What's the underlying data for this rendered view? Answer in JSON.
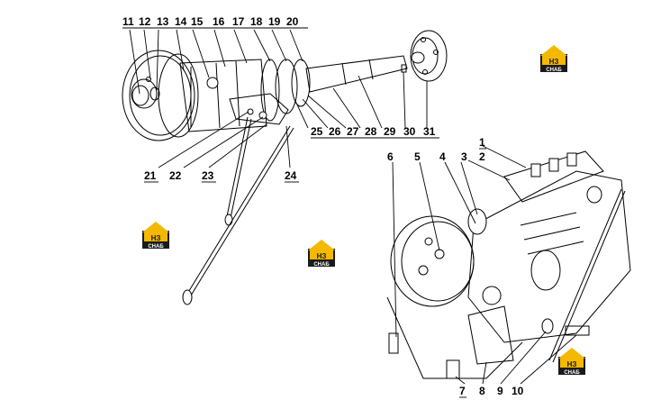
{
  "diagram": {
    "callouts": [
      "1",
      "2",
      "3",
      "4",
      "5",
      "6",
      "7",
      "8",
      "9",
      "10",
      "11",
      "12",
      "13",
      "14",
      "15",
      "16",
      "17",
      "18",
      "19",
      "20",
      "21",
      "22",
      "23",
      "24",
      "25",
      "26",
      "27",
      "28",
      "29",
      "30",
      "31"
    ],
    "watermark": {
      "brand_top": "НЗ",
      "brand_bottom": "СНАБ",
      "accent": "#f5b800",
      "box": "#1a1a1a"
    }
  }
}
